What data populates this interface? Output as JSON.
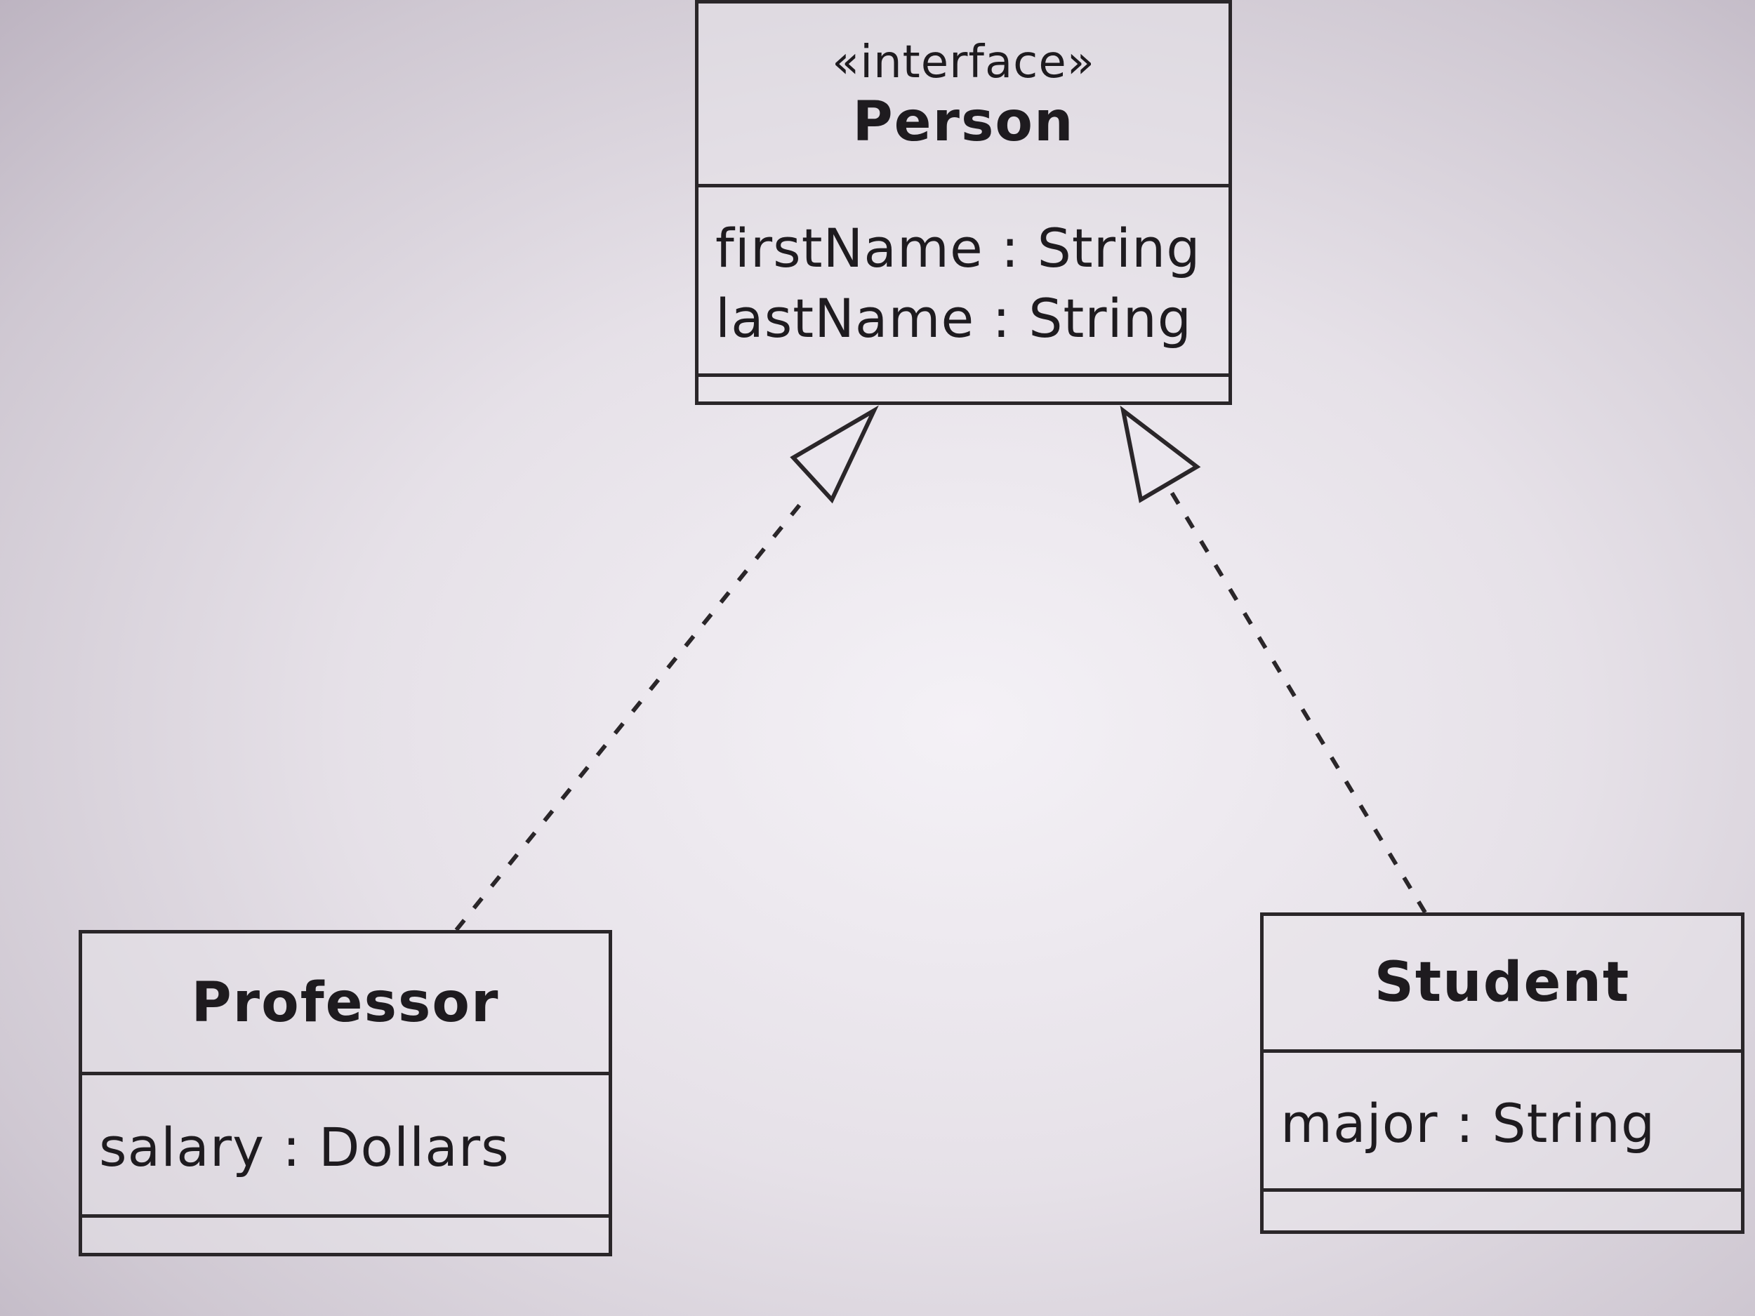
{
  "diagram": {
    "interface": {
      "stereotype": "«interface»",
      "name": "Person",
      "attributes": [
        "firstName : String",
        "lastName : String"
      ]
    },
    "professor": {
      "name": "Professor",
      "attributes": [
        "salary : Dollars"
      ]
    },
    "student": {
      "name": "Student",
      "attributes": [
        "major : String"
      ]
    },
    "relationships": [
      {
        "from": "Professor",
        "to": "Person",
        "type": "realization"
      },
      {
        "from": "Student",
        "to": "Person",
        "type": "realization"
      }
    ]
  }
}
